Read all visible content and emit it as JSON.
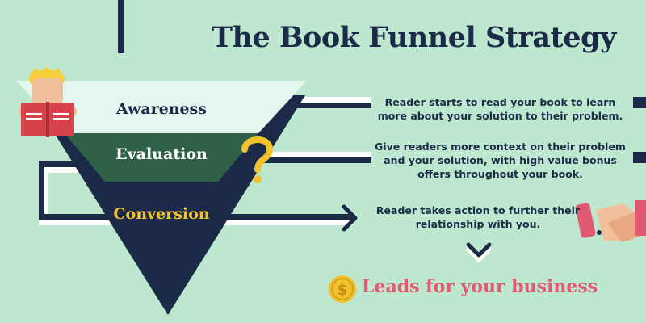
{
  "title": "The Book Funnel Strategy",
  "stages": [
    {
      "label": "Awareness",
      "description": "Reader starts to read your book to learn more about your solution to their problem."
    },
    {
      "label": "Evaluation",
      "description": "Give readers more context on their problem and your solution, with high value bonus offers throughout your book."
    },
    {
      "label": "Conversion",
      "description": "Reader takes action to further their relationship with you."
    }
  ],
  "result": "Leads for your business",
  "icons": {
    "reader": "reader-with-book-icon",
    "question": "question-mark-icon",
    "arrow": "arrow-right-icon",
    "chevron": "chevron-down-icon",
    "handshake": "handshake-icon",
    "coin": "dollar-coin-icon"
  },
  "colors": {
    "background": "#bde7cf",
    "navy": "#1b2b47",
    "awareness": "#e4f7ee",
    "evaluation": "#2e6147",
    "conversion": "#1b2b47",
    "accent_yellow": "#f2c12e",
    "accent_pink": "#e05a72"
  }
}
